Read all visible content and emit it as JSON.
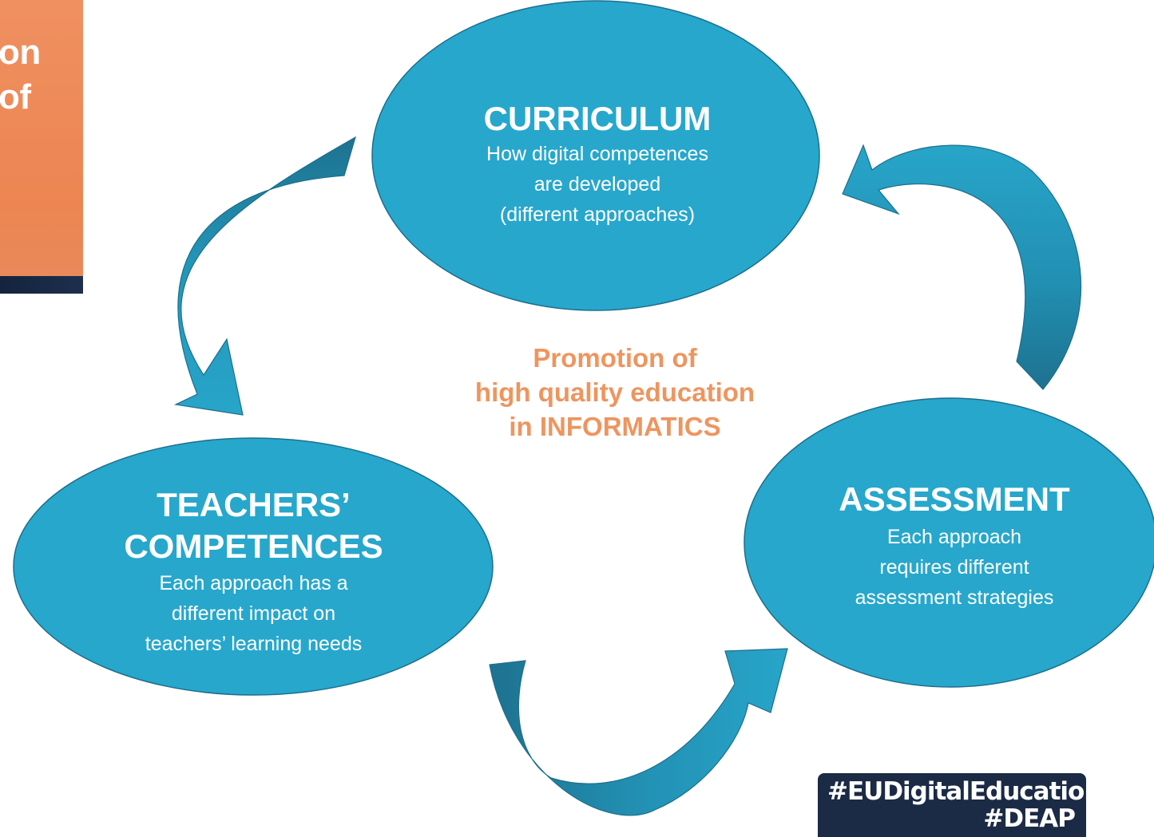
{
  "slide_fragment": {
    "text": "on\nof"
  },
  "nodes": {
    "curriculum": {
      "title": "CURRICULUM",
      "description": "How digital competences\nare developed\n(different approaches)"
    },
    "teachers": {
      "title": "TEACHERS’\nCOMPETENCES",
      "description": "Each approach has a\ndifferent impact on\nteachers’ learning needs"
    },
    "assessment": {
      "title": "ASSESSMENT",
      "description": "Each approach\nrequires different\nassessment strategies"
    }
  },
  "center": {
    "text": "Promotion of\nhigh quality education\nin INFORMATICS"
  },
  "badge": {
    "line1": "#EUDigitalEducation",
    "line2": "#DEAP"
  },
  "colors": {
    "ellipse_fill": "#27a7cc",
    "ellipse_stroke": "#1d6f8c",
    "arrow_light": "#27a5c9",
    "arrow_dark": "#1d728f",
    "center_text": "#ee955f",
    "badge_bg": "#1b2a45",
    "slide_orange": "#ec8552"
  }
}
